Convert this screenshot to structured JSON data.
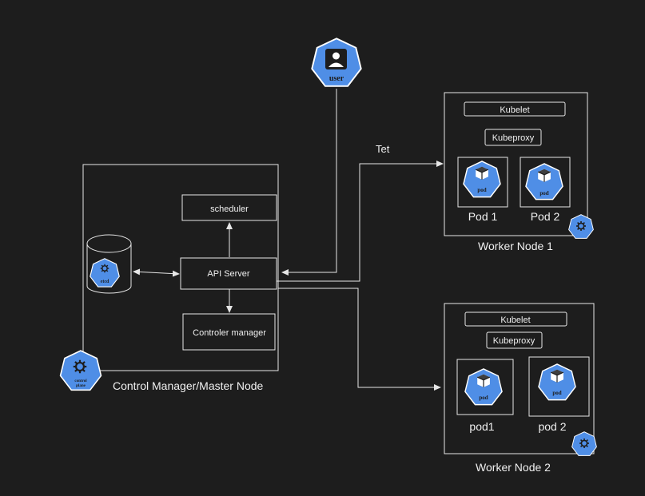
{
  "nodes": {
    "master": {
      "label": "Control Manager/Master Node",
      "icon": "control-plane-icon",
      "icon_label_1": "control",
      "icon_label_2": "plane"
    },
    "scheduler": {
      "label": "scheduler"
    },
    "api_server": {
      "label": "API Server"
    },
    "controller_manager": {
      "label": "Controler manager"
    },
    "etcd": {
      "icon": "etcd-icon",
      "icon_label": "etcd"
    },
    "user": {
      "label": "user",
      "icon": "user-icon"
    },
    "worker1": {
      "label": "Worker Node 1",
      "kubelet": "Kubelet",
      "kubeproxy": "Kubeproxy",
      "pods": [
        {
          "label": "Pod 1",
          "icon_label": "pod"
        },
        {
          "label": "Pod 2",
          "icon_label": "pod"
        }
      ]
    },
    "worker2": {
      "label": "Worker Node 2",
      "kubelet": "Kubelet",
      "kubeproxy": "Kubeproxy",
      "pods": [
        {
          "label": "pod1",
          "icon_label": "pod"
        },
        {
          "label": "pod 2",
          "icon_label": "pod"
        }
      ]
    }
  },
  "edges": {
    "api_to_worker1": {
      "label": "Tet"
    }
  },
  "colors": {
    "background": "#1d1d1d",
    "accent": "#4f8ee6",
    "line": "#e6e6e6"
  }
}
